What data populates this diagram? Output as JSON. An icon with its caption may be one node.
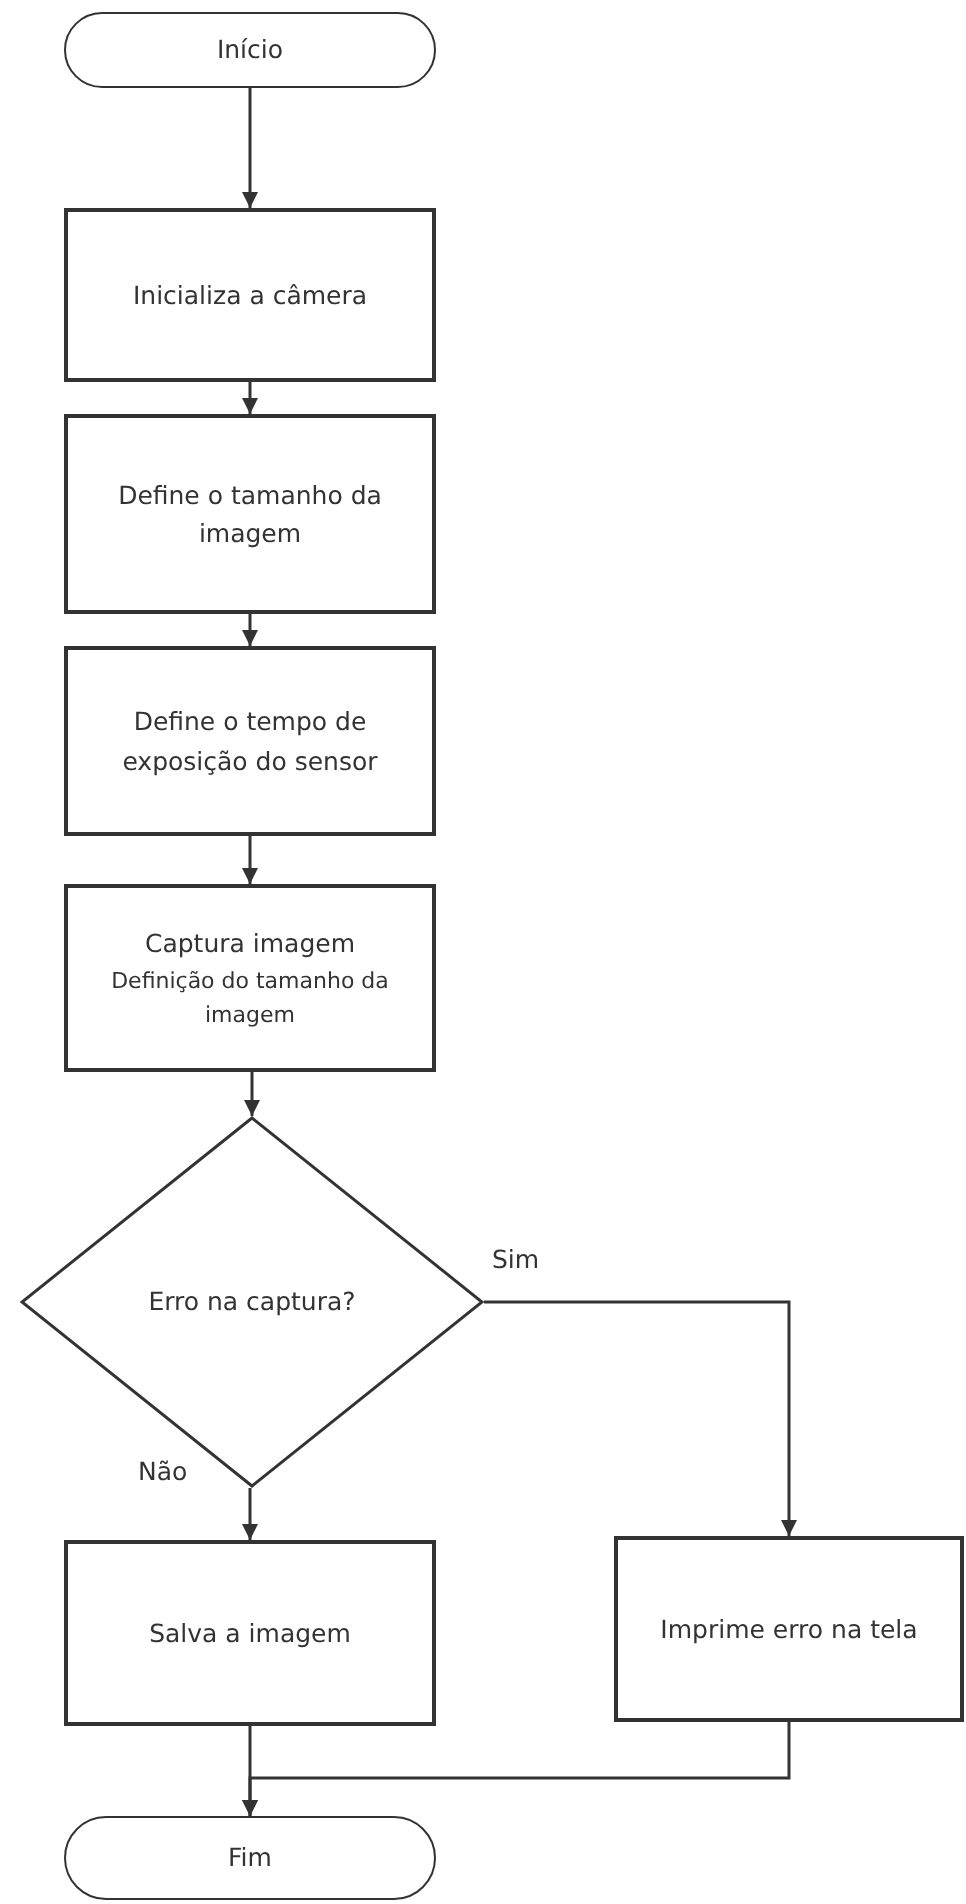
{
  "diagram": {
    "nodes": [
      {
        "text": [
          "Início"
        ]
      },
      {
        "text": [
          "Inicializa a câmera"
        ]
      },
      {
        "text": [
          "Define o tamanho da imagem"
        ]
      },
      {
        "text": [
          "Define o tempo de exposição do sensor"
        ]
      },
      {
        "text": [
          "Captura imagem",
          "Definição do tamanho da imagem"
        ]
      },
      {
        "text": [
          "Erro na captura?"
        ]
      },
      {
        "text": [
          "Salva a imagem"
        ]
      },
      {
        "text": [
          "Imprime erro na tela"
        ]
      },
      {
        "text": [
          "Fim"
        ]
      }
    ],
    "edges": [
      {
        "from": 0,
        "to": 1,
        "arrow": "to"
      },
      {
        "from": 1,
        "to": 2,
        "arrow": "to"
      },
      {
        "from": 2,
        "to": 3,
        "arrow": "to"
      },
      {
        "from": 3,
        "to": 4,
        "arrow": "to"
      },
      {
        "from": 4,
        "to": 5,
        "arrow": "to"
      },
      {
        "from": 5,
        "to": 7,
        "arrow": "to",
        "label": "Sim"
      },
      {
        "from": 5,
        "to": 6,
        "arrow": "to",
        "label": "Não"
      },
      {
        "from": 6,
        "to": 8,
        "arrow": "to"
      },
      {
        "from": 7,
        "to": 8,
        "arrow": "to"
      }
    ]
  }
}
